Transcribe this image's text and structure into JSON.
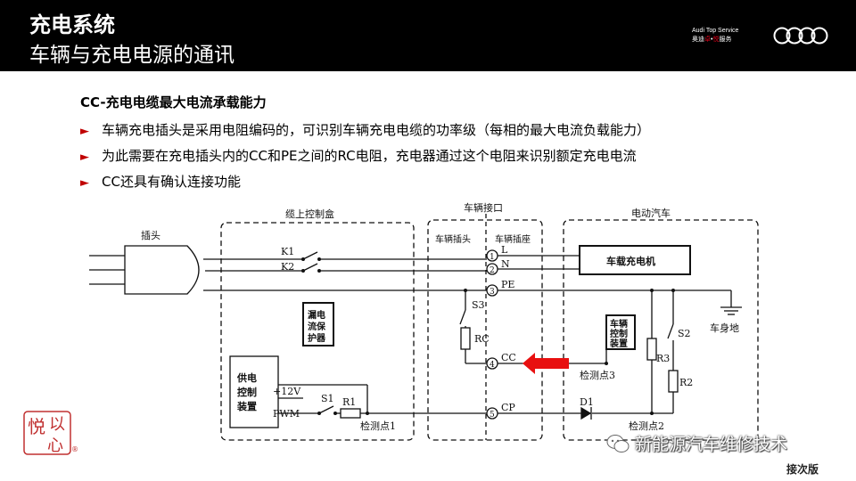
{
  "header": {
    "title": "充电系统",
    "subtitle": "车辆与充电电源的通讯",
    "brand_line1": "Audi Top Service",
    "brand_line2_a": "奥迪",
    "brand_line2_b": "卓",
    "brand_line2_c": "•",
    "brand_line2_d": "悦",
    "brand_line2_e": "服务"
  },
  "slide": {
    "title": "CC-充电电缆最大电流承载能力",
    "bullets": [
      "车辆充电插头是采用电阻编码的，可识别车辆充电电缆的功率级（每相的最大电流负载能力）",
      "为此需要在充电插头内的CC和PE之间的RC电阻，充电器通过这个电阻来识别额定充电电流",
      "CC还具有确认连接功能"
    ],
    "bullet_marker": "►"
  },
  "diagram": {
    "plug": "插头",
    "control_box": "缆上控制盒",
    "vehicle_interface": "车辆接口",
    "vehicle_plug": "车辆插头",
    "vehicle_socket": "车辆插座",
    "ev": "电动汽车",
    "k1": "K1",
    "k2": "K2",
    "rcd_lines": [
      "漏电",
      "流保",
      "护器"
    ],
    "supply_ctrl_lines": [
      "供电",
      "控制",
      "装置"
    ],
    "plus12v": "+12V",
    "pwm": "PWM",
    "s1": "S1",
    "r1": "R1",
    "check1": "检测点1",
    "s3": "S3",
    "rc": "RC",
    "pin1": "1",
    "pin2": "2",
    "pin3": "3",
    "pin4": "4",
    "pin5": "5",
    "l": "L",
    "n": "N",
    "pe": "PE",
    "cc": "CC",
    "cp": "CP",
    "charger": "车载充电机",
    "body_ground": "车身地",
    "vehicle_ctrl_lines": [
      "车辆",
      "控制",
      "装置"
    ],
    "check3": "检测点3",
    "r3": "R3",
    "s2": "S2",
    "r2": "R2",
    "d1": "D1",
    "check2": "检测点2"
  },
  "watermark": {
    "text": "新能源汽车维修技术"
  },
  "stamp": {
    "chars": [
      "悦",
      "以",
      "心"
    ],
    "mark": "®"
  },
  "corner": {
    "text": "接次版"
  },
  "colors": {
    "header_bg": "#000000",
    "accent_red": "#e1001a",
    "arrow_red": "#e81010",
    "bullet_red": "#c00000"
  }
}
